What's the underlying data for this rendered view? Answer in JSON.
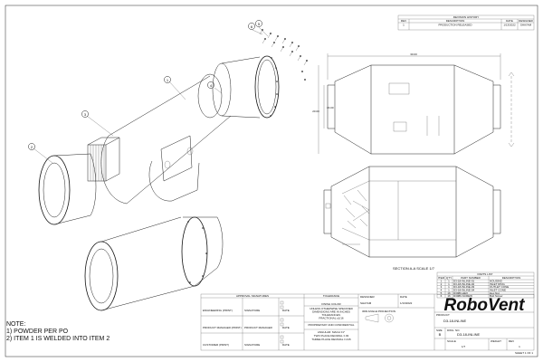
{
  "revision_history": {
    "title": "REVISION HISTORY",
    "headers": [
      "REV",
      "DESCRIPTION",
      "DATE",
      "DESIGNER"
    ],
    "rows": [
      [
        "1",
        "PRODUCTION RELEASED",
        "1/13/2022",
        "SHAYAM"
      ]
    ]
  },
  "balloons": {
    "iso": [
      "1",
      "2",
      "3",
      "4",
      "5",
      "6"
    ]
  },
  "section_label": "SECTION A-A SCALE 1/7",
  "bom": {
    "title": "PARTS LIST",
    "headers": [
      "ITEM",
      "QTY",
      "PART NUMBER",
      "DESCRIPTION"
    ],
    "rows": [
      [
        "1",
        "1",
        "D3-18-INLINE-01",
        "HOUSING"
      ],
      [
        "2",
        "1",
        "D3-18-INLINE-02",
        "INLET RING"
      ],
      [
        "3",
        "1",
        "D3-18-INLINE-03",
        "OUTLET CONE"
      ],
      [
        "4",
        "1",
        "D3-18-INLINE-04",
        "INLET CONE"
      ],
      [
        "5",
        "16",
        "D3080-HEX",
        "Hex Nut"
      ],
      [
        "6",
        "16",
        "D3080-SCREW",
        "Bolt Screw"
      ]
    ]
  },
  "notes": {
    "title": "NOTE:",
    "lines": [
      "1) POWDER PER PO",
      "2) ITEM 1 IS WELDED INTO ITEM 2"
    ]
  },
  "title_block": {
    "logo": "RoboVent",
    "approval_title": "APPROVAL SIGNATURES",
    "roles": [
      "ENGINEERING (PRINT)",
      "PRODUCT MANAGER (PRINT)",
      "CUSTOMER (PRINT)"
    ],
    "sig_labels": [
      "SIGNATURE",
      "PRODUCT MANAGER",
      "SIGNATURE"
    ],
    "date_label": "DATE",
    "finish_label": "FINISH COLOR",
    "tolerance_title": "TOLERANCE",
    "tolerance_lines": [
      "UNLESS OTHERWISE SPECIFIED",
      "DIMENSIONS ARE IN INCHES",
      "TOLERANCES:",
      "FRACTIONAL ±1/16",
      "ANGULAR: MACH ±1°",
      "TWO PLACE DECIMAL ±.03",
      "THREE PLACE DECIMAL ±.015"
    ],
    "designer_label": "DESIGNER",
    "designer": "SHAYAM",
    "date": "1/13/2022",
    "projection": "3RD ANGLE PROJECTION",
    "proprietary_title": "PROPRIETARY AND CONFIDENTIAL",
    "product_label": "PRODUCT",
    "product": "D3-18-INLINE",
    "dwg_label": "DWG. NO.",
    "dwg_no": "D3-18-INLINE",
    "size_label": "SIZE",
    "size": "B",
    "scale_label": "SCALE",
    "scale": "1/7",
    "sheet": "SHEET 1 OF 1",
    "weight_label": "WEIGHT",
    "rev_label": "REV",
    "rev": "1"
  },
  "dimensions": {
    "length": "30.00",
    "height": "20.00",
    "inner": "16.00"
  }
}
